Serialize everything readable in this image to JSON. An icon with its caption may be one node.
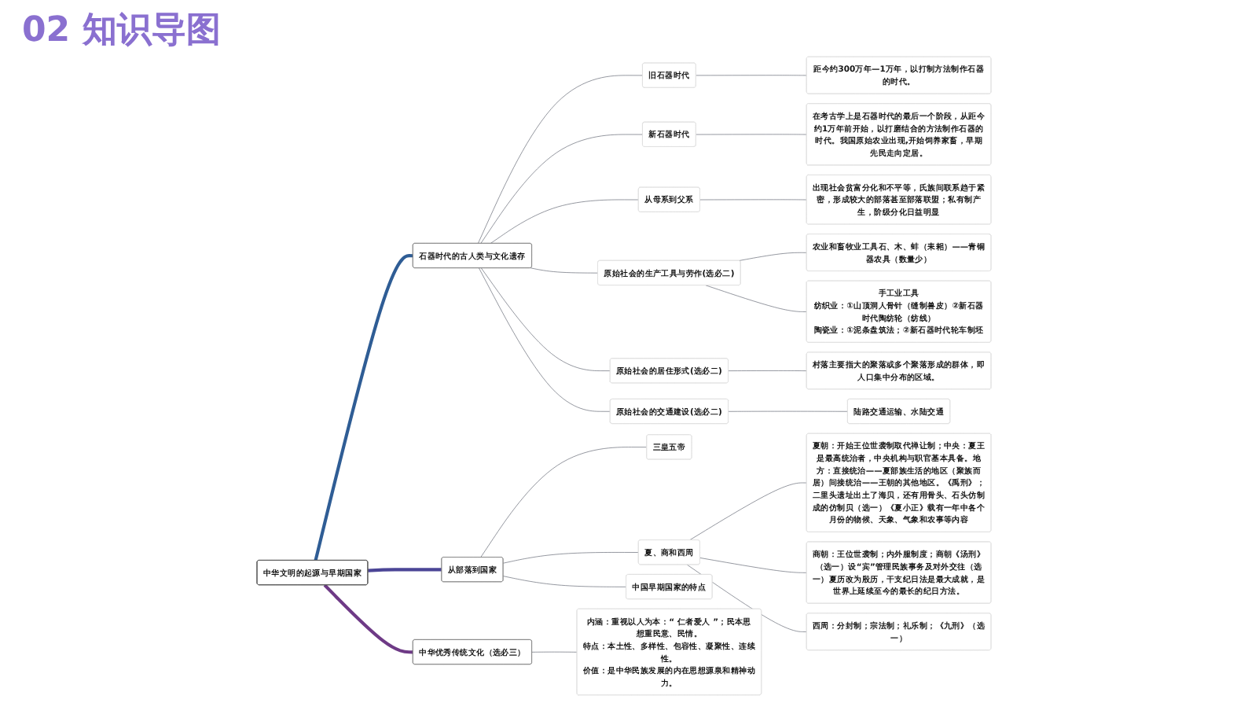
{
  "diagram": {
    "title": "02 知识导图",
    "nodes": [
      {
        "text": [
          "中华文明的起源与早期国家"
        ]
      },
      {
        "text": [
          "石器时代的古人类与文化遗存"
        ]
      },
      {
        "text": [
          "旧石器时代"
        ]
      },
      {
        "text": [
          "距今约300万年—1万年，以打制方法制作石器的时代。"
        ]
      },
      {
        "text": [
          "新石器时代"
        ]
      },
      {
        "text": [
          "在考古学上是石器时代的最后一个阶段，从距今约1万年前开始，以打磨结合的方法制作石器的时代。我国原始农业出现,开始饲养家畜，早期先民走向定居。"
        ]
      },
      {
        "text": [
          "从母系到父系"
        ]
      },
      {
        "text": [
          "出现社会贫富分化和不平等，氏族间联系趋于紧密，形成较大的部落甚至部落联盟；私有制产生，阶级分化日益明显"
        ]
      },
      {
        "text": [
          "原始社会的生产工具与劳作(选必二)"
        ]
      },
      {
        "text": [
          "农业和畜牧业工具石、木、蚌（耒耜）——青铜器农具（数量少）"
        ]
      },
      {
        "text": [
          "手工业工具",
          "纺织业：①山顶洞人骨针（缝制兽皮）②新石器时代陶纺轮（纺线）",
          "陶瓷业：①泥条盘筑法；②新石器时代轮车制坯"
        ]
      },
      {
        "text": [
          "原始社会的居住形式(选必二)"
        ]
      },
      {
        "text": [
          "村落主要指大的聚落或多个聚落形成的群体，即人口集中分布的区域。"
        ]
      },
      {
        "text": [
          "原始社会的交通建设(选必二)"
        ]
      },
      {
        "text": [
          "陆路交通运输、水陆交通"
        ]
      },
      {
        "text": [
          "从部落到国家"
        ]
      },
      {
        "text": [
          "三皇五帝"
        ]
      },
      {
        "text": [
          "夏、商和西周"
        ]
      },
      {
        "text": [
          "夏朝：开始王位世袭制取代禅让制；中央：夏王是最高统治者，中央机构与职官基本具备。地方：直接统治——夏部族生活的地区（聚族而居）间接统治——王朝的其他地区。《禹刑》；二里头遗址出土了海贝，还有用骨头、石头仿制成的仿制贝（选一）《夏小正》载有一年中各个月份的物候、天象、气象和农事等内容"
        ]
      },
      {
        "text": [
          "商朝：王位世袭制；内外服制度；商朝《汤刑》（选一）设“宾”管理民族事务及对外交往（选一）夏历改为殷历，干支纪日法是最大成就，是世界上延续至今的最长的纪日方法。"
        ]
      },
      {
        "text": [
          "西周：分封制；宗法制；礼乐制；《九刑》（选一）"
        ]
      },
      {
        "text": [
          "中国早期国家的特点"
        ]
      },
      {
        "text": [
          "中华优秀传统文化（选必三）"
        ]
      },
      {
        "text": [
          "内涵：重视以人为本：“ 仁者爱人 ”；民本思想重民意、民情。",
          "特点：本土性、多样性、包容性、凝聚性、连续性。",
          "价值：是中华民族发展的内在思想源泉和精神动力。"
        ]
      }
    ],
    "edges": [
      {
        "from": 0,
        "to": 1,
        "arrow": "none",
        "style": "thick",
        "color": "#2f5d95"
      },
      {
        "from": 1,
        "to": 2,
        "arrow": "none"
      },
      {
        "from": 2,
        "to": 3,
        "arrow": "none"
      },
      {
        "from": 1,
        "to": 4,
        "arrow": "none"
      },
      {
        "from": 4,
        "to": 5,
        "arrow": "none"
      },
      {
        "from": 1,
        "to": 6,
        "arrow": "none"
      },
      {
        "from": 6,
        "to": 7,
        "arrow": "none"
      },
      {
        "from": 1,
        "to": 8,
        "arrow": "none"
      },
      {
        "from": 8,
        "to": 9,
        "arrow": "none"
      },
      {
        "from": 8,
        "to": 10,
        "arrow": "none"
      },
      {
        "from": 1,
        "to": 11,
        "arrow": "none"
      },
      {
        "from": 11,
        "to": 12,
        "arrow": "none"
      },
      {
        "from": 1,
        "to": 13,
        "arrow": "none"
      },
      {
        "from": 13,
        "to": 14,
        "arrow": "none"
      },
      {
        "from": 0,
        "to": 15,
        "arrow": "none",
        "style": "thick",
        "color": "#4b4596"
      },
      {
        "from": 15,
        "to": 16,
        "arrow": "none"
      },
      {
        "from": 15,
        "to": 17,
        "arrow": "none"
      },
      {
        "from": 17,
        "to": 18,
        "arrow": "none"
      },
      {
        "from": 17,
        "to": 19,
        "arrow": "none"
      },
      {
        "from": 17,
        "to": 20,
        "arrow": "none"
      },
      {
        "from": 15,
        "to": 21,
        "arrow": "none"
      },
      {
        "from": 0,
        "to": 22,
        "arrow": "none",
        "style": "thick",
        "color": "#6e3a86"
      },
      {
        "from": 22,
        "to": 23,
        "arrow": "none"
      }
    ]
  }
}
